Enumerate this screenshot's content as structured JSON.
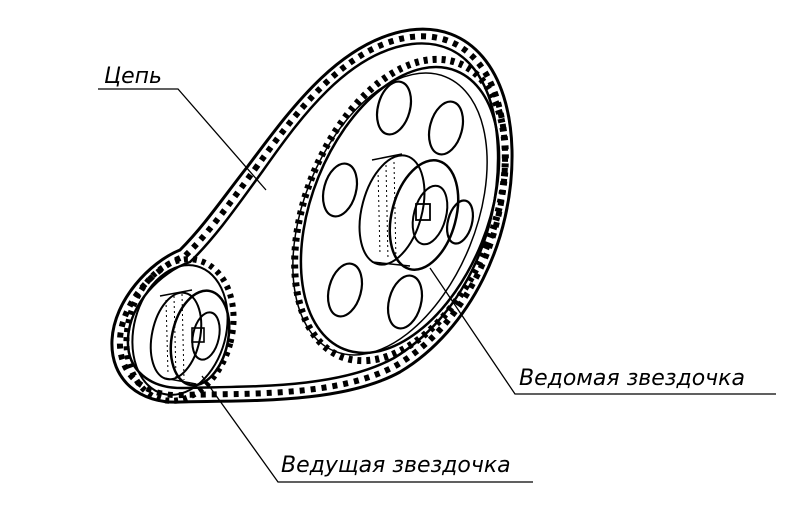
{
  "labels": {
    "chain": "Цепь",
    "driven_sprocket": "Ведомая звездочка",
    "drive_sprocket": "Ведущая звездочка"
  },
  "colors": {
    "ink": "#000000",
    "paper": "#ffffff"
  }
}
